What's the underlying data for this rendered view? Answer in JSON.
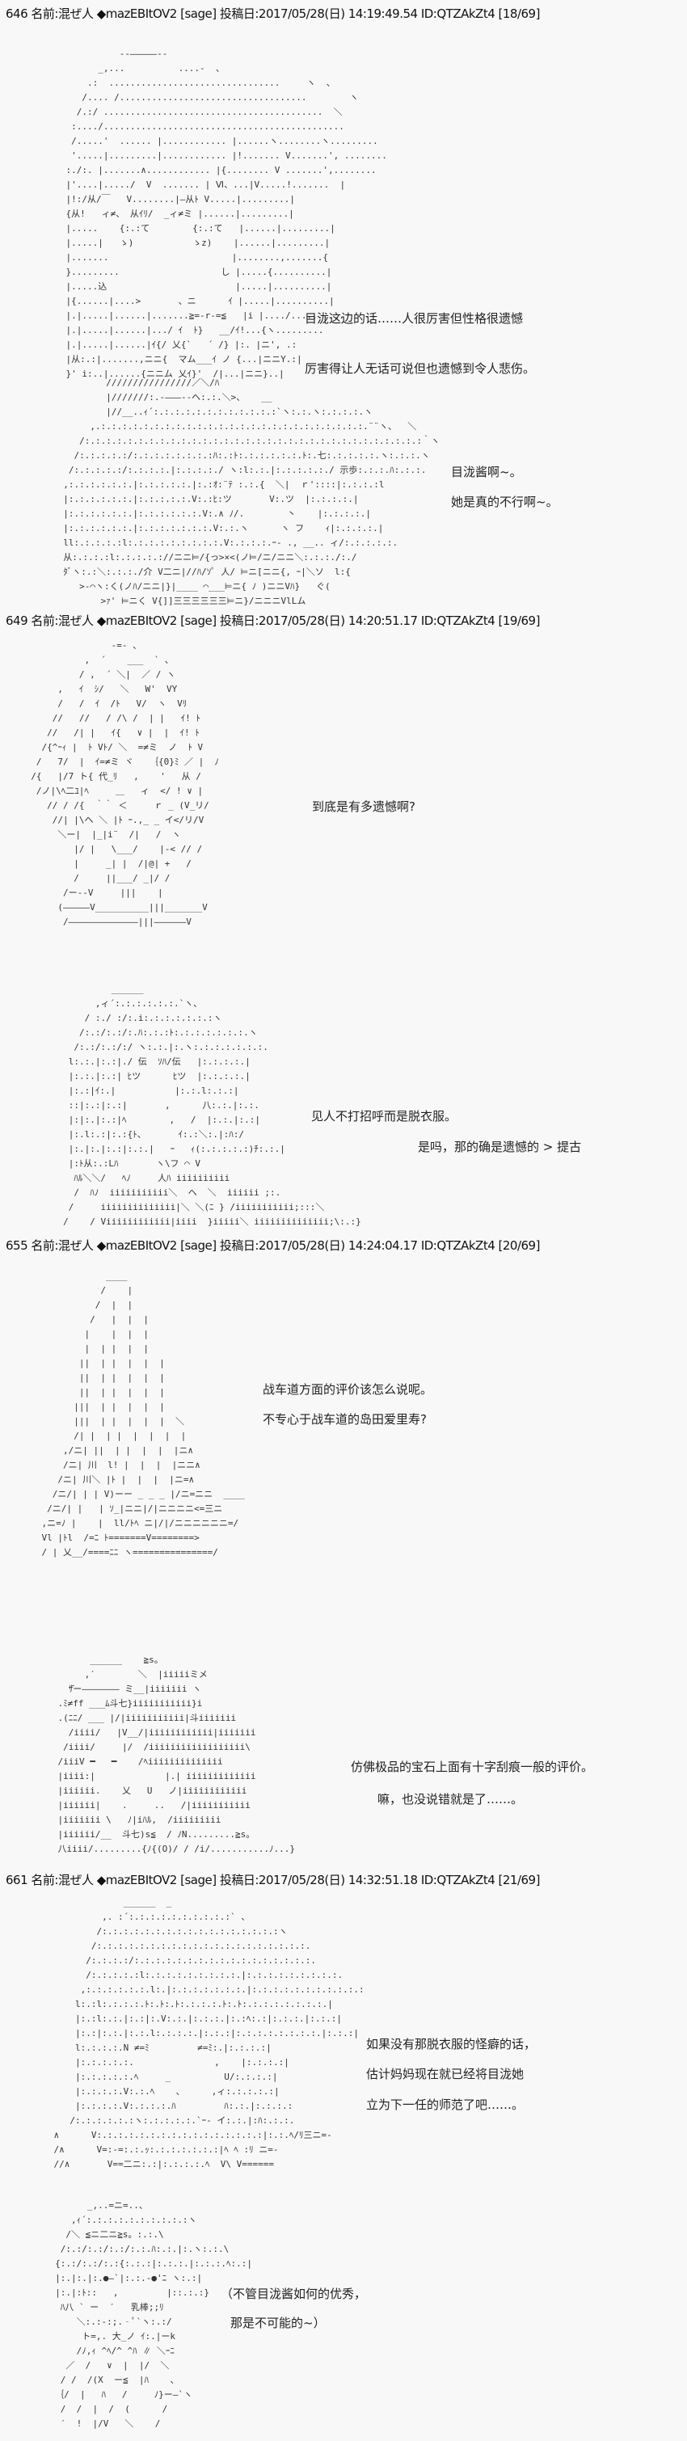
{
  "posts": [
    {
      "header": "646 名前:混ぜ人 ◆mazEBItOV2 [sage] 投稿日:2017/05/28(日) 14:19:49.54 ID:QTZAkZt4 [18/69]",
      "art1": "              --―――――--\n          _,...          ....-  、\n        .:  ................................     ヽ  、\n       /.... /...................................        ヽ\n      /.:/ .........................................  ＼\n     :..../.............................................\n     /.....'  ...... |............ |......ヽ........ヽ.........\n     '.....|.........|............ |!....... V.......', ........\n    :./:. |.......∧............ |{........ V .......',........\n    |'....|...../  V  ....... | Ⅵ、...|V.....!.......  |\n    |!:/从/￣   V........|―从ﾄ V.....|.........|\n    {从!   ィ≠、 从ｲﾘ/  _ィ≠ミ |......|.........|\n    |.....    {:.:て        {:.:て   |......|.........|\n    |.....|   ゝ)           ゝz)    |......|.........|\n    |.......                       |........,.......{\n    }.........                   し |.....{..........|\n    |.....込                        |.....|..........|\n    |{......|....>       、ニ      ｲ |.....|..........|\n    |.|.....|......|.......≧=-r-=≦   |i |..../..........\n    |.|.....|......|.../ ｲ  ﾄ}   __/ｲ!...{ヽ.........\n    |.|.....|......|ｲ{/ 乂{`   ´ /} |:. |ニ', .:\n    |从:.:|.......,ニニ{  マム___ｲ ノ {...|ニニY.:|\n    }' i:..|......{ニニム 乂ｲ}'  /|...|ニニ}..|",
      "line1": "目泷这边的话……人很厉害但性格很遗憾",
      "line2": "厉害得让人无话可说但也遗憾到令人悲伤。",
      "art2": "          ////////////////／＼/ﾊ\n          |///////:.-―――‐‐ヘ:.:.＼>、   __\n          |//__..ｨ´:.:.:.:.:.:.:.:.:.:.:.:`ヽ:.:.ヽ:.:.:.:.ヽ\n       ,.:.:.:.:.:.:.:.:.:.:.:.:.:.:.:.:.:.:.:.:.:.:.:.:.:.¨¨ヽ、  ＼\n     /:.:.:.:.:.:.:.:.:.:.:.:.:.:.:.:.:.:.:.:.:.:.:.:.:.:.:.:.:.:.:.:｀ヽ\n    /:.:.:.:.:/:.:.:.:.:.:.:.:ﾊ:.:ﾄ:.:.:.:.:.:.ﾄ:.七:.:.:.:.:.ヽ:.:.:.ヽ\n   /:.:.:.:.:/:.:.:.:.|:.:.:.:./ ヽ:l:.:.|:.:.:.:.:./ 示歩:.:.:.ﾊ:.:.:.\n  ,:.:.:.:.:.:.|:.:.:.:.:.|:.:ｵ:¨ﾃ :.:.{  ＼|  ｒ'::::|:.:.:.:l\n  |:.:.:.:.:.:.|:.:.:.:.:.V:.:ﾋ:ツ       V:.ツ  |:.:.:.:.|\n  |:.:.:.:.:.:.|:.:.:.:.:.:.V:.∧ ﾉ/.        丶    |:.:.:.:.|\n  |:.:.:.:.:.:.|:.:.:.:.:.:.:.V:.:.ヽ      ヽ フ    ｨ|:.:.:.:.|\n  ll:.:.:.:.:l:.:.:.:.:.:.:.:.:.V:.:.:.:.ｰ‐ ., __.. ィ/:.:.:.:.:.\n  从:.:.:.:l:.:.:.:.://ニニ⊨/{っ>×<(ノ⊨/ニ/ニニ＼:.:.:./:./\n  ﾀﾞヽ:.:＼:.:.:./介 V二ニ|//ﾊ/ｿﾟ 人/ ⊨ニ[ニニ{, ｰ|＼ソ  l:{\n     >-⌒ヽ:く(ノﾊ/ニニ|}|____ ⌒___⊨ニ{ ﾉ )ニニVﾊ}   ぐ(\n         >ｧ' ⊨ニく V{]]三三三三三三⊨ニ}/ニニニVlLム",
      "line3": "目泷酱啊~。",
      "line4": "她是真的不行啊~。"
    },
    {
      "header": "649 名前:混ぜ人 ◆mazEBItOV2 [sage] 投稿日:2017/05/28(日) 14:20:51.17 ID:QTZAkZt4 [19/69]",
      "art1": "                 -=- 、\n            ,  ´    ___  ` 、\n           / ,  ´ ＼|  ／ / ヽ\n       ,   ｲ  ｼ/   ＼   W'  VY\n       /   /  ｲ  /ﾄ   V/  ヽ  Vﾘ\n      //   //   / /\\ /  | |   ｲ! ﾄ\n     //   /| |   ｲ{   ∨ |  |  ｲ! ﾄ\n    /{^ｰｨ |  ﾄ Vﾄ/ ＼  =≠ミ  ノ  ﾄ V\n   /   7/  |  ｲ=≠ミ ヾ   ｛{0}ﾐ ／ |  ﾉ\n  /{   |/7 ト{ 代_ﾘ   ,    '   从 /\n   /ノ|\\ﾍ二ﾕ|ﾍ     ＿   ィ  </ ! ∨ |\n     // / /{  ｀｀ ＜     ｒ _ (V_リ/\n      //| |\\ヘ ＼ |ﾄ ｰ.,_ _ イ</リ/V\n       ＼ー|  |_|i¨  /|   /  ヽ\n          |/ |   \\___/    |‐< // /\n          |     _| |  /|@| +   /\n          /     ||___/ _|/ /\n        /ー--V     |||    |\n       (―――――V__________|||_______V\n        /―――――――――――――|||――――――V",
      "line1": "到底是有多遗憾啊?",
      "art2": "              ______\n           ,ィ´:.:.:.:.:.:.`ヽ、\n         / :./ :/:.i:.:.:.:.:.:.:ヽ\n        /:.:/:.:/:.ﾊ:.:.:ﾄ:.:.:.:.:.:.:.ヽ\n       /:.:/:.:/:/ ヽ:.:.|:.ヽ:.:.:.:.:.:.:.\n      l:.:.|:.:|./ 伝  ｿﾊ/伝   |:.:.:.:.|\n      |:.:.|:.:| ﾋツ      ﾋツ  |:.:.:.:.|\n      |:.:|ｲ:.|           |:.:.l:.:.:|\n      ::|:.:|:.:|       ,      八:.:.|:.:.\n      |:|:.|:.:|ﾍ        ,   /  |:.:.|:.:|\n      |:.l:.:|:.:{ﾄ、      ｲ:.:＼:.|:ﾊ:/\n      |:.|:.|:.:|:.:.|   ｰ   ｨ(:.:.:.:.:)ﾁ:.:.|\n      |:ﾄ从:.:Lﾊ       ヽ\\フ ⌒ V\n       ﾊﾙ＼＼/   ﾍﾉ     人ﾊ iiiiiiiiii\n       /  ﾊﾉ  iiiiiiiiiii＼  ヘ  ＼  iiiiii ;:.\n      /     iiiiiiiiiiiiii|＼ ＼(ﾆ } /iiiiiiiiiii;:::＼\n     /    / Viiiiiiiiiiii|iiii  }iiiii＼ iiiiiiiiiiiiii;\\:.:}",
      "line2": "见人不打招呼而是脱衣服。",
      "line3": "是吗，那的确是遗憾的 > 提古"
    },
    {
      "header": "655 名前:混ぜ人 ◆mazEBItOV2 [sage] 投稿日:2017/05/28(日) 14:24:04.17 ID:QTZAkZt4 [20/69]",
      "art1": "                ____\n               /    |\n              /  |  |\n             /   |  |  |\n            |    |  |  |\n            |  | |  |  |\n           ||  | |  |  |  |\n           ||  | |  |  |  |\n           ||  | |  |  |  |\n          |||  | |  |  |  |\n          |||  | |  |  |  |  ＼\n          /| |  | |  |  |  |  |\n        ,/ニ| ||  | |  |  |  |ニ∧\n        /ニ| 川  l! |  |  |  |ニニ∧\n       /ニ| 川＼ |ﾄ |  |  |  |ニ=∧\n      /ニ/| | | V)ーー _ _ _ |/ニ=ニニ  ____\n     /ニ/| |   | ｿ_|ニニ|/|ニニニニ<=三ニ\n    ,ニ=ﾉ |    |  ll/ﾄﾍ ニ|/|/ニニニニニニ=/\n    Vl |ﾄl  /=ﾆ ﾄ=======V========>\n    / | 乂__/====ﾆﾆ ヽ===============/",
      "line1": "战车道方面的评价该怎么说呢。",
      "line2": "不专心于战车道的岛田爱里寿?",
      "art2": "          ______    ≧s。\n         ,′        ＼  |iiiiiミメ\n      ｻ̄ー――――――― ミ__|iiiiiii ヽ\n    .ﾐ≠ff ___ﾑ斗七}iiiiiiiiiii}i\n    .(ﾆﾆ/ ___ |/|iiiiiiiiiii|斗iiiiiii\n      /iiii/   |V__/|iiiiiiiiiiii|iiiiiii\n     /iiii/     |/  /iiiiiiiiiiiiiiiiii\\\n    /iiiV ━   ━    /ﾍiiiiiiiiiiiiii\n    |iiii:|             |.| iiiiiiiiiiiii\n    |iiiiii.    乂   U   ノ|iiiiiiiiiiii\n    |iiiiii|    .     ..   /|iiiiiiiiiii\n    |iiiiiii \\   ﾉ|iﾊﾙ,  /iiiiiiiii\n    |iiiiii/__  斗七)s≦  / ﾉN.........≧s。\n    八iiii/.........{ﾉ{(O)/ / /i/...........ﾉ...}",
      "line3": "仿佛极品的宝石上面有十字刮痕一般的评价。",
      "line4": "嘛，也没说错就是了……。"
    },
    {
      "header": "661 名前:混ぜ人 ◆mazEBItOV2 [sage] 投稿日:2017/05/28(日) 14:32:51.18 ID:QTZAkZt4 [21/69]",
      "art1": "                 ______  _\n             ,. :´:.:.:.:.:.:.:.:.:.:` 、\n            /:.:.:.:.:.:.:.:.:.:.:.:.:.:.:.:.:ヽ\n           /:.:.:.:.:.:.:.:.:.:.:.:.:.:.:.:.:.:.:.:.\n          /:.:.:.:/:.:.:.:.:.:.:.:.:.:.:.:.:.:.:.:.:.\n          /:.:.:.:.:l:.:.:.:.:.:.:.:.:.|:.:.:.:.:.:.:.:.:.\n         ,:.:.:.:.:.:.l:.|:.:.:.:.:.:.:.|:.:.:.:.:.:.:.:.:.:.:\n        l:.:l:.:.:.:.ﾄ:.ﾄ:.ﾄ:.:.:.:.ﾄ:.ﾄ:.:.:.:.:.:.:.:.|\n        |:.:l:.:.|:.:|:.V:.:.|:.:.:.|:.:ﾍ:.:|:.:.:.|:.:.:|\n        |:.:|:.:.|:.:.l:.:.:.:.|:.:.:|:.:.:.:.:.:.:.:.|:.:.:|\n        l:.:.:.:.N ≠=ﾐ         ≠=ﾐ:.|:.:.:.:|\n        |:.:.:.:.:.               ,    |:.:.:.:|\n        |:.:.:.:.:.ﾍ     _          U/:.:.:.:|\n        |:.:.:.:.V:.:.ﾍ    、     ,ィ:.:.:.:.:|\n        |:.:.:.:.V:.:.:.:.ﾊ         ﾊ:.:.|:.:.:.:\n       /:.:.:.:.:.:ヽ:.:.:.:.:.`ｰ- イ:.:.|:ﾊ:.:.:.\n    ∧      V:.:.:.:.:.:.:.:.:.:.:.:.:.:.:.:|:.:.ﾍ/ﾘ三ニ=-\n    /∧      V=:-=:.:.ｯ:.:.:.:.:.:.:|ﾍ ﾍ :ﾘ ニ=-\n    //∧       V==二ニ:.:|:.:.:.:.ﾍ  V\\ V======",
      "line1": "如果没有那脱衣服的怪癖的话，",
      "line2": "估计妈妈现在就已经将目泷她",
      "line3": "立为下一任的师范了吧……。",
      "art2": "           _,..=ニ=..、\n        ,ｨ´:.:.:.:.:.:.:.:.:.:ヽ\n       /＼ ≦ニ二ニ≧s。:.:.\\\n      /:.:/:.:/:.:/:.:.ﾊ:.:.|:.ヽ:.:.\\\n     {:.:/:.:/:.:{:.:.:|:.:.:.|:.:.:.ﾍ:.:|\n     |:.|:.|:.●―`|:.:.‐●'ﾆ ヽ:.:|\n     |:.|:ﾄ::   ,         |::.:.:}\n      ﾊ八 ` ー  ′   乳棒;;ﾘ\n         ＼:.:-:;.‐ﾟ`ヽ:.:/\n          ト=,. 大_ノ ｲ:.|ーk\n         /ﾉ,ｨ ^ﾍ/^ ^ﾊ ∥ ＼ｰﾆ\n       ／  /   ∨  |  |/  ＼\n      / /  /(X  ー≦  |ﾊ    、\n     ｛/  |   ﾊ   /     ﾉ}ー―`ヽ\n      /  /  |  /  (      /\n      ′  !  |/V   ＼    /",
      "line4": "（不管目泷酱如何的优秀，",
      "line5": "那是不可能的~）"
    }
  ]
}
